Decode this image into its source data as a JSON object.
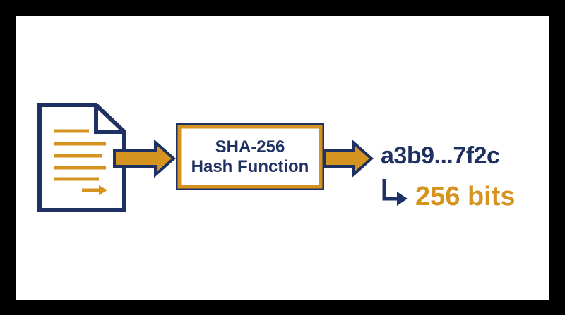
{
  "hash_box": {
    "line1": "SHA-256",
    "line2": "Hash Function"
  },
  "output": {
    "hash": "a3b9...7f2c",
    "length": "256 bits"
  },
  "colors": {
    "navy": "#1f3162",
    "gold": "#d59320",
    "background": "#ffffff",
    "frame": "#000000"
  },
  "icons": [
    "document-icon",
    "arrow-right-icon",
    "arrow-right-icon",
    "return-arrow-icon"
  ]
}
